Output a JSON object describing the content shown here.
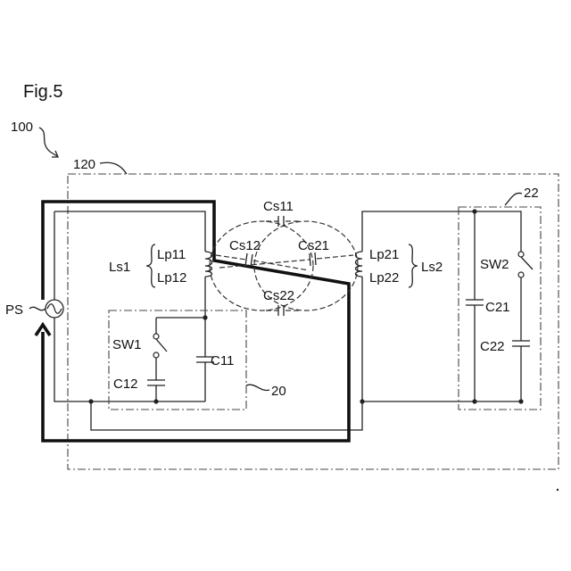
{
  "figure": {
    "title": "Fig.5",
    "ref_system": "100",
    "ref_unit": "120",
    "ref_block_left": "20",
    "ref_block_right": "22"
  },
  "labels": {
    "ps": "PS",
    "ls1": "Ls1",
    "lp11": "Lp11",
    "lp12": "Lp12",
    "ls2": "Ls2",
    "lp21": "Lp21",
    "lp22": "Lp22",
    "cs11": "Cs11",
    "cs12": "Cs12",
    "cs21": "Cs21",
    "cs22": "Cs22",
    "sw1": "SW1",
    "sw2": "SW2",
    "c11": "C11",
    "c12": "C12",
    "c21": "C21",
    "c22": "C22"
  }
}
